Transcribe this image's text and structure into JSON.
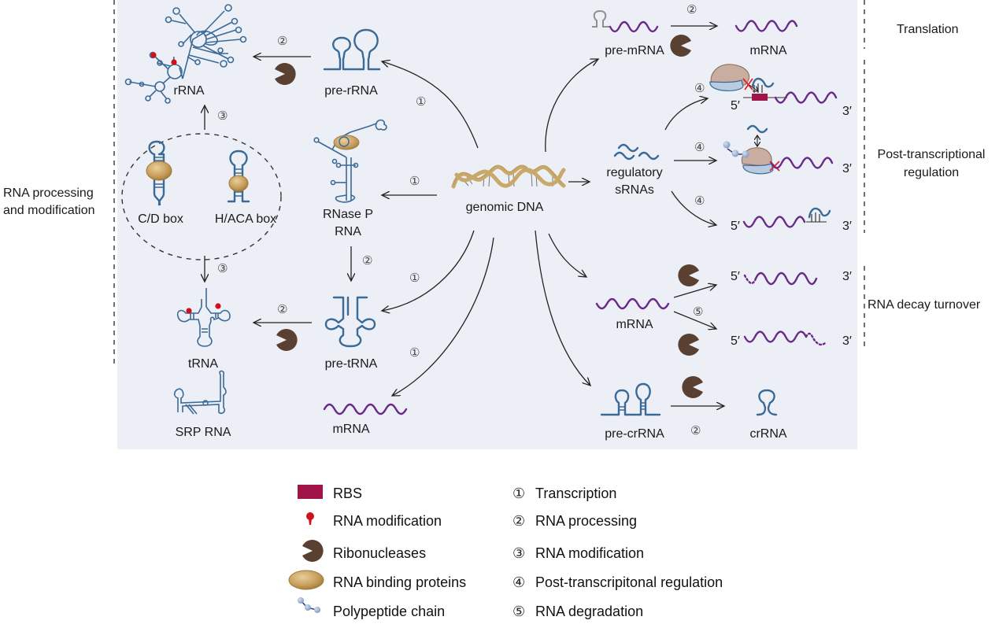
{
  "colors": {
    "panel_bg": "#eceff6",
    "rna_blue": "#3b6a96",
    "mrna_purple": "#6a2a8a",
    "rbs": "#a0144a",
    "modification": "#d0101a",
    "ribonuclease": "#5a4030",
    "binding_protein": "#c8a060",
    "polypeptide": "#8fa8cc",
    "dna": "#c9a96a"
  },
  "center": {
    "label": "genomic DNA"
  },
  "left": {
    "rrna": "rRNA",
    "pre_rrna": "pre-rRNA",
    "cd_box": "C/D box",
    "haca_box": "H/ACA box",
    "rnase_p_line1": "RNase P",
    "rnase_p_line2": "RNA",
    "pre_trna": "pre-tRNA",
    "trna": "tRNA",
    "srp_rna": "SRP RNA",
    "mrna": "mRNA"
  },
  "right": {
    "pre_mrna": "pre-mRNA",
    "mrna_top": "mRNA",
    "regulatory_line1": "regulatory",
    "regulatory_line2": "sRNAs",
    "mrna_decay": "mRNA",
    "pre_crrna": "pre-crRNA",
    "crrna": "crRNA",
    "five_prime": "5′",
    "three_prime": "3′"
  },
  "steps": {
    "s1": "①",
    "s2": "②",
    "s3": "③",
    "s4": "④",
    "s5": "⑤"
  },
  "sections": {
    "left_line1": "RNA processing",
    "left_line2": "and modification",
    "translation": "Translation",
    "ptr_line1": "Post-transcriptional",
    "ptr_line2": "regulation",
    "decay": "RNA decay turnover"
  },
  "legend": {
    "symbols": [
      {
        "icon": "rbs-rect-icon",
        "label": "RBS"
      },
      {
        "icon": "modification-pin-icon",
        "label": "RNA modification"
      },
      {
        "icon": "ribonuclease-pacman-icon",
        "label": "Ribonucleases"
      },
      {
        "icon": "binding-protein-ellipse-icon",
        "label": "RNA binding proteins"
      },
      {
        "icon": "polypeptide-beads-icon",
        "label": "Polypeptide chain"
      }
    ],
    "steps": [
      {
        "num": "①",
        "label": "Transcription"
      },
      {
        "num": "②",
        "label": "RNA processing"
      },
      {
        "num": "③",
        "label": "RNA modification"
      },
      {
        "num": "④",
        "label": "Post-transcripitonal regulation"
      },
      {
        "num": "⑤",
        "label": "RNA degradation"
      }
    ]
  }
}
